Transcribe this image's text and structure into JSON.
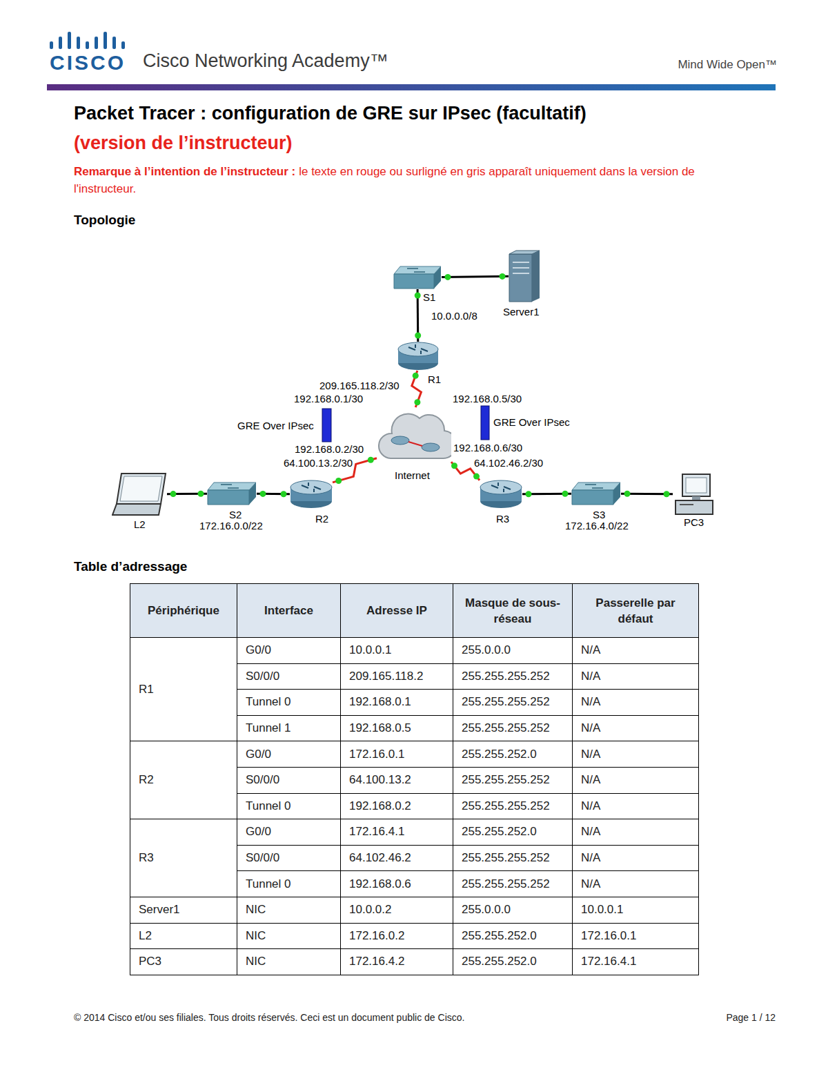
{
  "diagram": {
    "title": "Packet Tracer : configuration de GRE sur IPsec (facultatif)",
    "nodes": [
      {
        "text": [
          "S1"
        ]
      },
      {
        "text": [
          "Server1"
        ]
      },
      {
        "text": [
          "R1"
        ]
      },
      {
        "text": [
          "Internet"
        ]
      },
      {
        "text": [
          "L2"
        ]
      },
      {
        "text": [
          "S2"
        ]
      },
      {
        "text": [
          "R2"
        ]
      },
      {
        "text": [
          "R3"
        ]
      },
      {
        "text": [
          "S3"
        ]
      },
      {
        "text": [
          "PC3"
        ]
      }
    ],
    "edges": [
      {
        "from": 0,
        "to": 1,
        "arrow": "none"
      },
      {
        "from": 0,
        "to": 2,
        "arrow": "none"
      },
      {
        "from": 2,
        "to": 3,
        "arrow": "none"
      },
      {
        "from": 6,
        "to": 3,
        "arrow": "none"
      },
      {
        "from": 7,
        "to": 3,
        "arrow": "none"
      },
      {
        "from": 4,
        "to": 5,
        "arrow": "none"
      },
      {
        "from": 5,
        "to": 6,
        "arrow": "none"
      },
      {
        "from": 7,
        "to": 8,
        "arrow": "none"
      },
      {
        "from": 8,
        "to": 9,
        "arrow": "none"
      }
    ],
    "labels": [
      "CISCO",
      "Cisco Networking Academy™",
      "Mind Wide Open™",
      "(version de l’instructeur)",
      "Remarque à l’intention de l’instructeur :",
      "le texte en rouge ou surligné en gris apparaît uniquement dans la version de l'instructeur.",
      "Topologie",
      "10.0.0.0/8",
      "209.165.118.2/30",
      "192.168.0.1/30",
      "GRE Over IPsec",
      "192.168.0.2/30",
      "64.100.13.2/30",
      "192.168.0.5/30",
      "GRE Over IPsec",
      "192.168.0.6/30",
      "64.102.46.2/30",
      "172.16.0.0/22",
      "172.16.4.0/22",
      "Table d’adressage",
      "Périphérique",
      "Interface",
      "Adresse IP",
      "Masque de sous-réseau",
      "Passerelle par défaut",
      "R1",
      "G0/0",
      "10.0.0.1",
      "255.0.0.0",
      "N/A",
      "S0/0/0",
      "209.165.118.2",
      "255.255.255.252",
      "N/A",
      "Tunnel 0",
      "192.168.0.1",
      "255.255.255.252",
      "N/A",
      "Tunnel 1",
      "192.168.0.5",
      "255.255.255.252",
      "N/A",
      "R2",
      "G0/0",
      "172.16.0.1",
      "255.255.252.0",
      "N/A",
      "S0/0/0",
      "64.100.13.2",
      "255.255.255.252",
      "N/A",
      "Tunnel 0",
      "192.168.0.2",
      "255.255.255.252",
      "N/A",
      "R3",
      "G0/0",
      "172.16.4.1",
      "255.255.252.0",
      "N/A",
      "S0/0/0",
      "64.102.46.2",
      "255.255.255.252",
      "N/A",
      "Tunnel 0",
      "192.168.0.6",
      "255.255.255.252",
      "N/A",
      "Server1",
      "NIC",
      "10.0.0.2",
      "255.0.0.0",
      "10.0.0.1",
      "L2",
      "NIC",
      "172.16.0.2",
      "255.255.252.0",
      "172.16.0.1",
      "PC3",
      "NIC",
      "172.16.4.2",
      "255.255.252.0",
      "172.16.4.1",
      "© 2014 Cisco et/ou ses filiales. Tous droits réservés. Ceci est un document public de Cisco.",
      "Page 1 / 12"
    ]
  }
}
